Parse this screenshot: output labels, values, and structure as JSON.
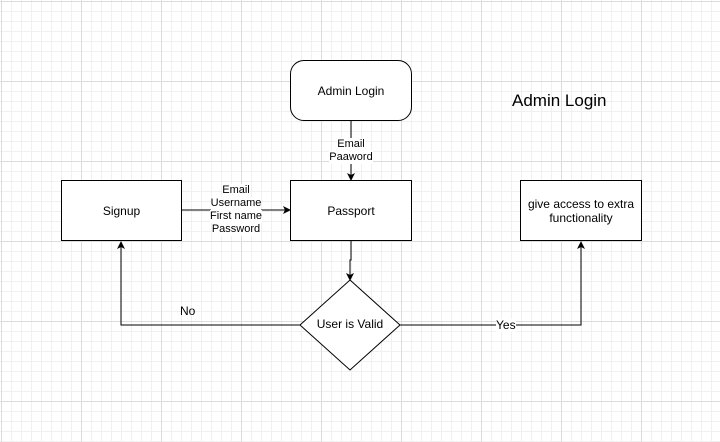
{
  "title": "Admin Login",
  "nodes": {
    "admin_login": "Admin Login",
    "signup": "Signup",
    "passport": "Passport",
    "give_access": "give access to extra functionality",
    "decision": "User is Valid"
  },
  "edge_labels": {
    "admin_to_passport": [
      "Email",
      "Paaword"
    ],
    "signup_to_passport": [
      "Email",
      "Username",
      "First name",
      "Password"
    ],
    "no": "No",
    "yes": "Yes"
  }
}
